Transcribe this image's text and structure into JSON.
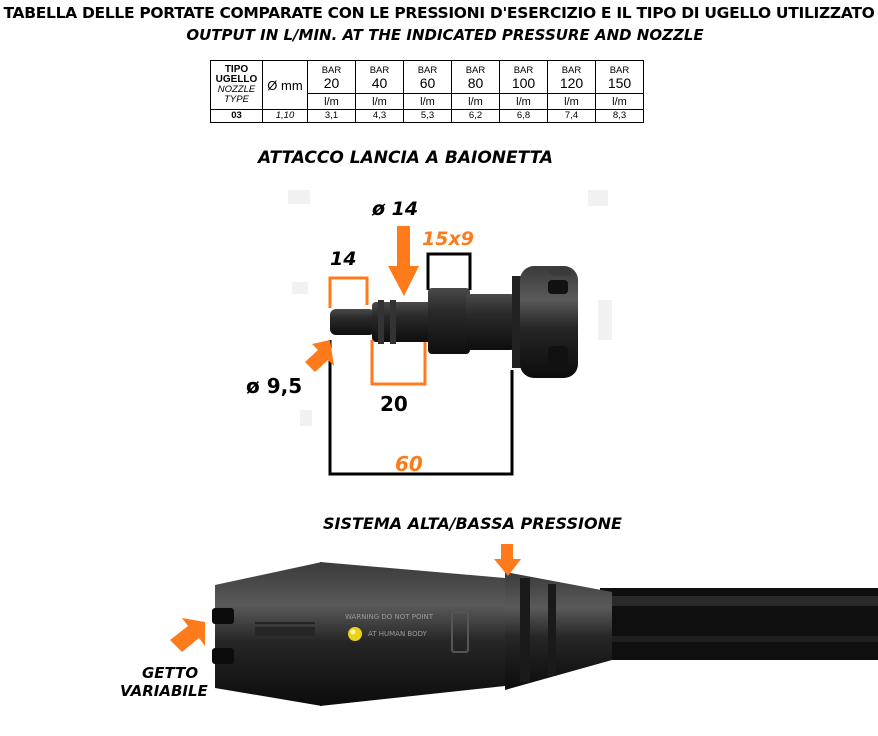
{
  "titles": {
    "italian": "TABELLA DELLE PORTATE COMPARATE CON LE PRESSIONI D'ESERCIZIO E IL TIPO DI UGELLO UTILIZZATO",
    "english": "OUTPUT IN L/MIN. AT THE INDICATED PRESSURE AND NOZZLE"
  },
  "table": {
    "type_header_line1": "TIPO",
    "type_header_line2": "UGELLO",
    "type_header_line3": "NOZZLE",
    "type_header_line4": "TYPE",
    "diameter_header": "Ø mm",
    "bar_label": "BAR",
    "pressures": [
      "20",
      "40",
      "60",
      "80",
      "100",
      "120",
      "150"
    ],
    "unit": "l/m",
    "row": {
      "type": "03",
      "diameter": "1,10",
      "values": [
        "3,1",
        "4,3",
        "5,3",
        "6,2",
        "6,8",
        "7,4",
        "8,3"
      ]
    }
  },
  "diagram": {
    "heading": "ATTACCO LANCIA A BAIONETTA",
    "dim_d14": "ø 14",
    "dim_15x9": "15x9",
    "dim_14": "14",
    "dim_d9_5": "ø 9,5",
    "dim_20": "20",
    "dim_60": "60"
  },
  "lance": {
    "heading": "SISTEMA ALTA/BASSA PRESSIONE",
    "getto_line1": "GETTO",
    "getto_line2": "VARIABILE",
    "warning_line1": "WARNING DO NOT POINT",
    "warning_line2": "AT HUMAN BODY"
  },
  "colors": {
    "accent_orange": "#ff7a1a",
    "plastic_black": "#1c1c1c",
    "indicator_yellow": "#e8d21a"
  }
}
